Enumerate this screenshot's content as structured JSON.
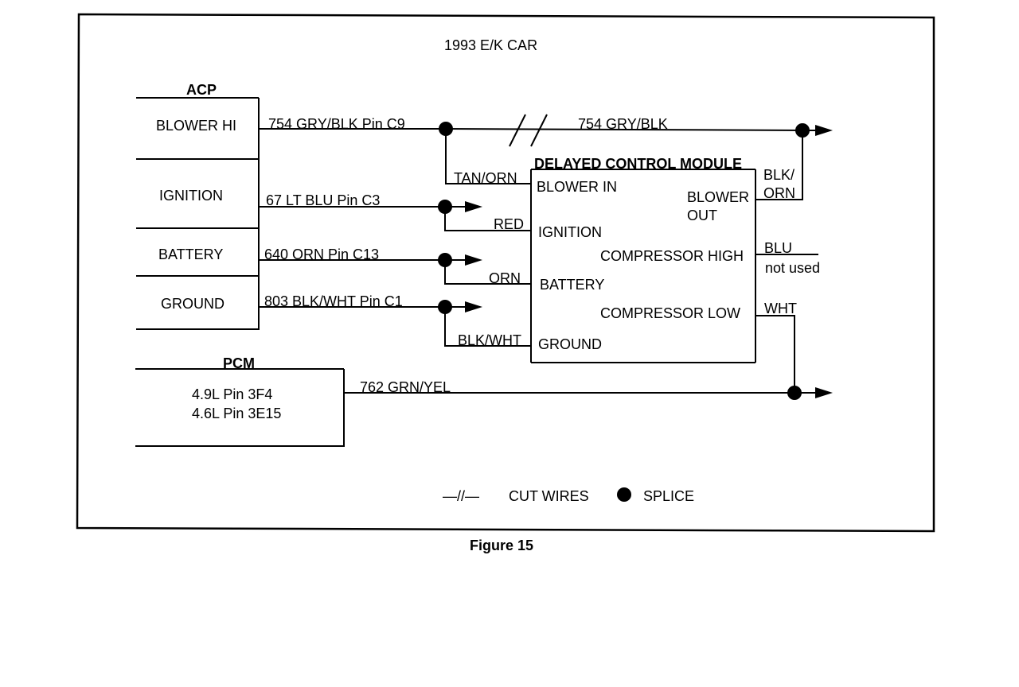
{
  "title": "1993  E/K CAR",
  "caption": "Figure 15",
  "acp": {
    "header": "ACP",
    "rows": [
      "BLOWER HI",
      "IGNITION",
      "BATTERY",
      "GROUND"
    ]
  },
  "pcm": {
    "header": "PCM",
    "lines": [
      "4.9L Pin 3F4",
      "4.6L Pin 3E15"
    ]
  },
  "module": {
    "title": "DELAYED CONTROL MODULE",
    "inputs": [
      "BLOWER IN",
      "IGNITION",
      "BATTERY",
      "GROUND"
    ],
    "outputs": {
      "blower_out_1": "BLOWER",
      "blower_out_2": "OUT",
      "comp_high": "COMPRESSOR HIGH",
      "comp_low": "COMPRESSOR LOW"
    }
  },
  "wires": {
    "blower_hi": "754 GRY/BLK  Pin C9",
    "blower_hi_cut": "754 GRY/BLK",
    "ignition": "67 LT BLU Pin C3",
    "battery": "640 ORN Pin C13",
    "ground": "803 BLK/WHT Pin C1",
    "pcm": "762 GRN/YEL",
    "tap_blower": "TAN/ORN",
    "tap_ignition": "RED",
    "tap_battery": "ORN",
    "tap_ground": "BLK/WHT",
    "out_blower_1": "BLK/",
    "out_blower_2": "ORN",
    "out_high": "BLU",
    "out_high_note": "not used",
    "out_low": "WHT"
  },
  "legend": {
    "cut_symbol": "—//—",
    "cut_label": "CUT WIRES",
    "splice_label": "SPLICE"
  }
}
